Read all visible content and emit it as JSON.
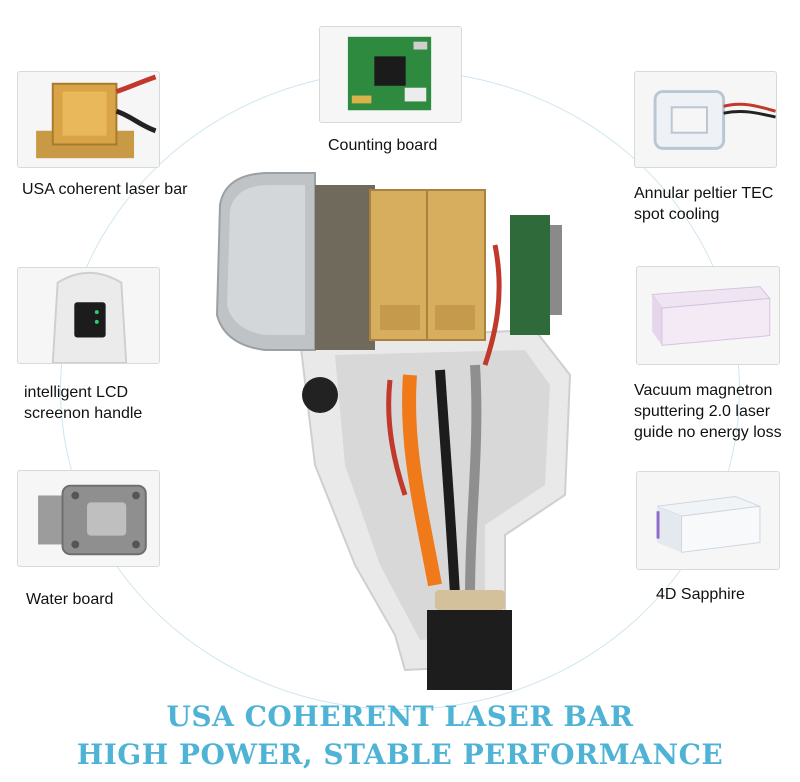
{
  "components": {
    "counting_board": "Counting board",
    "laser_bar": "USA coherent laser bar",
    "tec_cooling": "Annular peltier TEC\nspot cooling",
    "lcd_handle": "intelligent LCD\nscreenon handle",
    "laser_guide": "Vacuum magnetron\nsputtering 2.0 laser\nguide no energy loss",
    "water_board": "Water board",
    "sapphire": "4D Sapphire"
  },
  "headline": {
    "line1": "USA COHERENT LASER BAR",
    "line2": "HIGH POWER, STABLE PERFORMANCE"
  },
  "colors": {
    "headline": "#4fb3d6",
    "ring": "#cfe6ef",
    "card_border": "#d9d9d9"
  }
}
